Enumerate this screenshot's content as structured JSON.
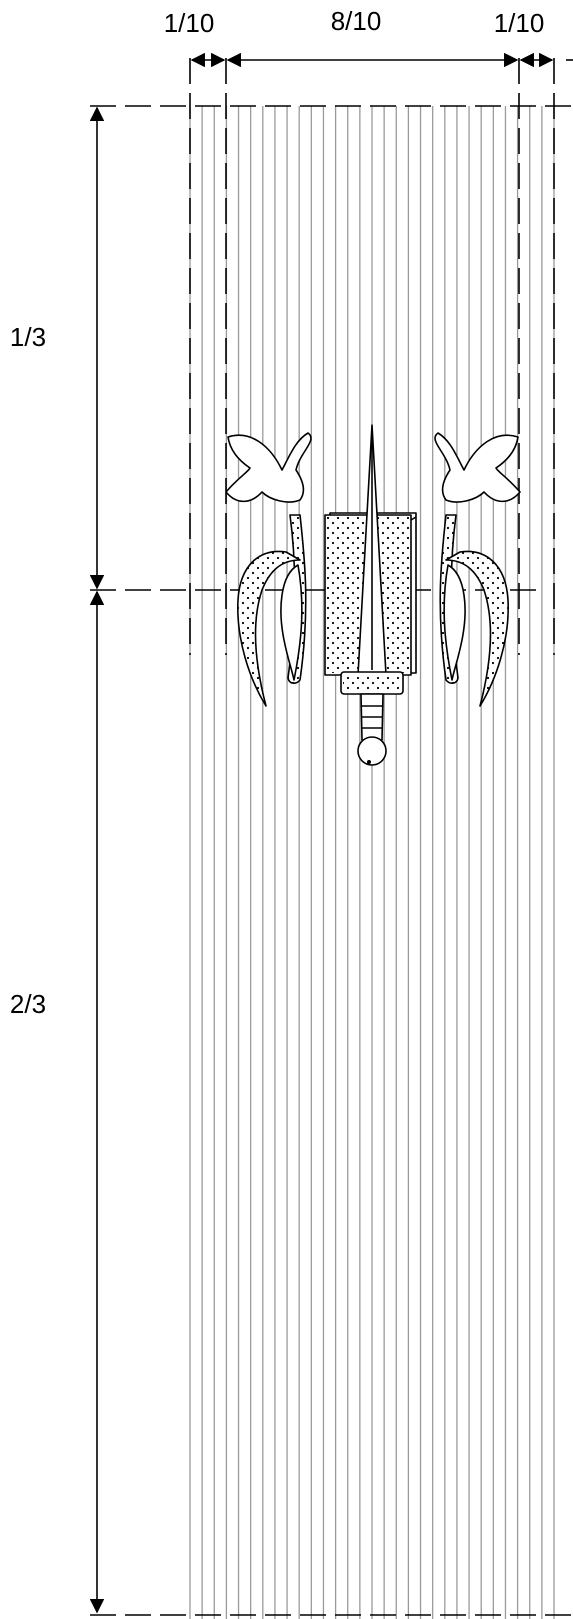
{
  "labels": {
    "left_margin": "1/10",
    "center_width": "8/10",
    "right_margin": "1/10",
    "upper_height": "1/3",
    "lower_height": "2/3"
  },
  "colors": {
    "stripe": "#9a9a9a",
    "ink": "#000000",
    "background": "#ffffff"
  }
}
